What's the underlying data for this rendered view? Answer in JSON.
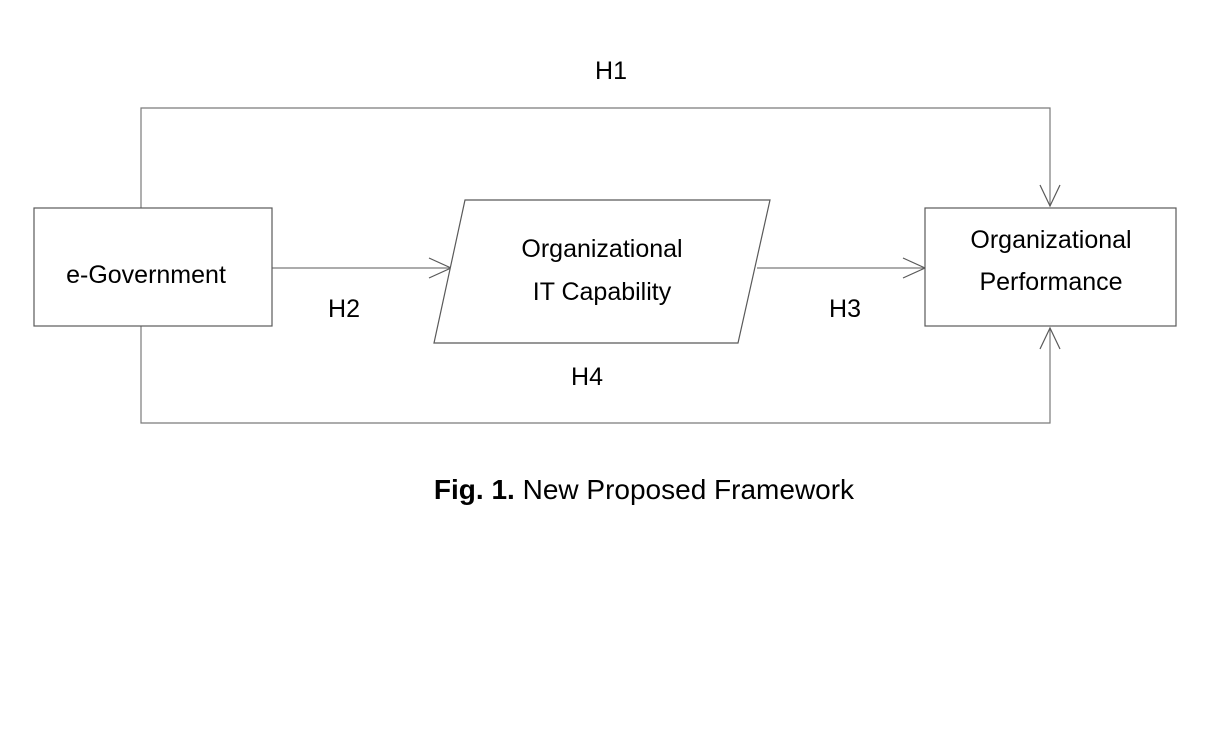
{
  "nodes": {
    "egov": {
      "label": "e-Government",
      "shape": "rectangle"
    },
    "itcap": {
      "lines": [
        "Organizational",
        "IT Capability"
      ],
      "shape": "parallelogram"
    },
    "perf": {
      "lines": [
        "Organizational",
        "Performance"
      ],
      "shape": "rectangle"
    }
  },
  "edges": {
    "h1": {
      "label": "H1",
      "from": "egov",
      "to": "perf"
    },
    "h2": {
      "label": "H2",
      "from": "egov",
      "to": "itcap"
    },
    "h3": {
      "label": "H3",
      "from": "itcap",
      "to": "perf"
    },
    "h4": {
      "label": "H4",
      "from": "egov",
      "to": "perf"
    }
  },
  "caption": {
    "prefix": "Fig. 1.",
    "text": "New Proposed Framework"
  },
  "colors": {
    "stroke": "#595959",
    "edge": "#7a7a7a",
    "text": "#000000",
    "background": "#ffffff"
  }
}
